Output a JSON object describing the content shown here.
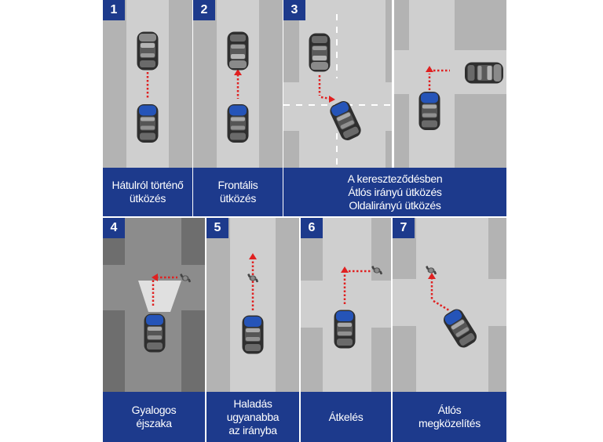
{
  "colors": {
    "caption_bg": "#1d3a8c",
    "badge_bg": "#1d3a8c",
    "road_day": "#c9c9c9",
    "sidewalk_day": "#b3b3b3",
    "road_night": "#8c8c8c",
    "sidewalk_night": "#6e6e6e",
    "trajectory": "#e02020",
    "own_car_roof": "#2554b8"
  },
  "panels": [
    {
      "number": "1",
      "caption": [
        "Hátulról történő",
        "ütközés"
      ]
    },
    {
      "number": "2",
      "caption": [
        "Frontális",
        "ütközés"
      ]
    },
    {
      "number": "3",
      "caption": [
        "A kereszteződésben",
        "Átlós irányú ütközés",
        "Oldalirányú ütközés"
      ]
    },
    {
      "number": "4",
      "caption": [
        "Gyalogos",
        "éjszaka"
      ]
    },
    {
      "number": "5",
      "caption": [
        "Haladás",
        "ugyanabba",
        "az irányba"
      ]
    },
    {
      "number": "6",
      "caption": [
        "Átkelés"
      ]
    },
    {
      "number": "7",
      "caption": [
        "Átlós",
        "megközelítés"
      ]
    }
  ],
  "icons": {
    "ego_car": "car-top-view-icon",
    "other_car": "car-top-view-icon",
    "pedestrian": "pedestrian-icon",
    "trajectory": "dotted-arrow-icon"
  }
}
